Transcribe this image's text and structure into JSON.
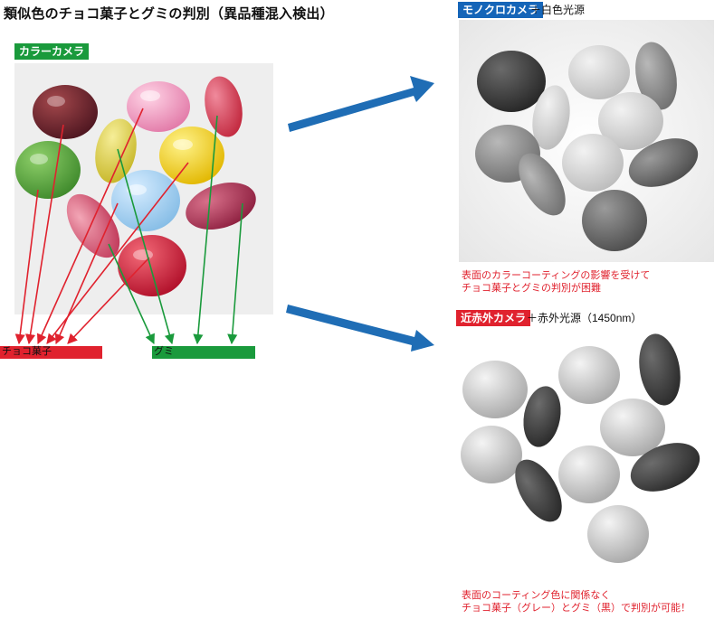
{
  "title": "類似色のチョコ菓子とグミの判別（異品種混入検出）",
  "color_camera": {
    "tag": "カラーカメラ"
  },
  "labels": {
    "choco": "チョコ菓子",
    "gummy": "グミ"
  },
  "mono": {
    "tag": "モノクロカメラ",
    "suffix": "＋白色光源",
    "note": "表面のカラーコーティングの影響を受けて\nチョコ菓子とグミの判別が困難"
  },
  "nir": {
    "tag": "近赤外カメラ",
    "suffix": "＋赤外光源（1450nm）",
    "note": "表面のコーティング色に関係なく\nチョコ菓子（グレー）とグミ（黒）で判別が可能！"
  },
  "colors": {
    "choco_line": "#e0222e",
    "gummy_line": "#1a9a3c",
    "arrow": "#1f6db5",
    "tag_green": "#1a9a3c",
    "tag_blue": "#1565b8",
    "tag_red": "#e0222e"
  }
}
